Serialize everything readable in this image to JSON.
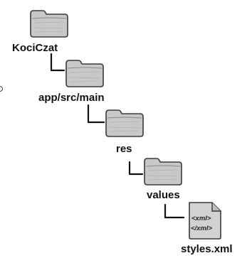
{
  "tree": {
    "root": {
      "label": "KociCzat",
      "icon": "folder-icon"
    },
    "level1": {
      "label": "app/src/main",
      "icon": "folder-icon"
    },
    "level2": {
      "label": "res",
      "icon": "folder-icon"
    },
    "level3": {
      "label": "values",
      "icon": "folder-icon"
    },
    "file": {
      "label": "styles.xml",
      "icon": "xml-file-icon",
      "tag_open": "<xml>",
      "tag_close": "</xml>"
    }
  },
  "colors": {
    "folder_fill": "#c8c8c8",
    "folder_stroke": "#3a3a3a",
    "line": "#111111",
    "text": "#111111"
  }
}
